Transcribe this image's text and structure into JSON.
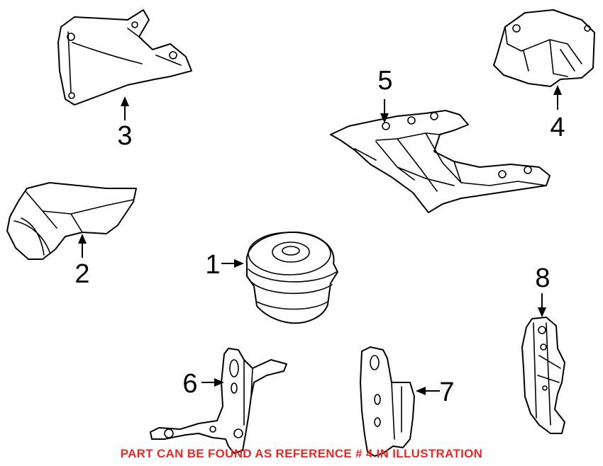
{
  "diagram": {
    "callouts": [
      {
        "id": "1",
        "label": "1"
      },
      {
        "id": "2",
        "label": "2"
      },
      {
        "id": "3",
        "label": "3"
      },
      {
        "id": "4",
        "label": "4"
      },
      {
        "id": "5",
        "label": "5"
      },
      {
        "id": "6",
        "label": "6"
      },
      {
        "id": "7",
        "label": "7"
      },
      {
        "id": "8",
        "label": "8"
      }
    ],
    "note": "PART CAN BE FOUND AS REFERENCE # 4 IN ILLUSTRATION",
    "note_color": "#e52b25"
  }
}
